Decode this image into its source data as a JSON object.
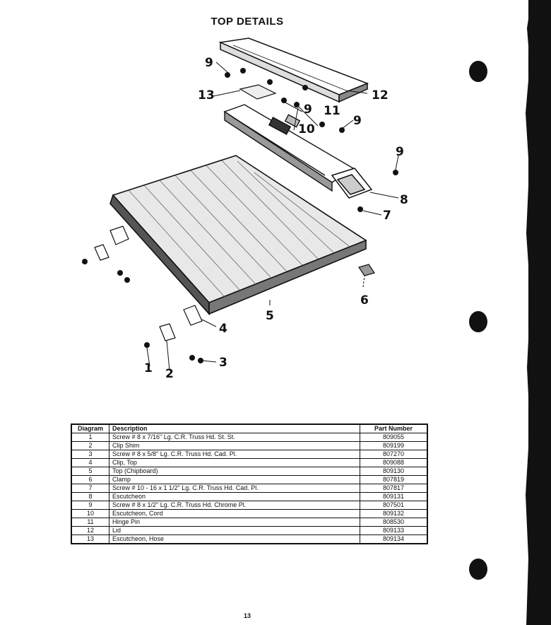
{
  "page": {
    "title": "TOP DETAILS",
    "page_number": "13"
  },
  "diagram": {
    "callouts": [
      "1",
      "2",
      "3",
      "4",
      "5",
      "6",
      "7",
      "8",
      "9",
      "10",
      "11",
      "12",
      "13"
    ]
  },
  "parts_table": {
    "headers": [
      "Diagram",
      "Description",
      "Part Number"
    ],
    "rows": [
      [
        "1",
        "Screw # 8 x 7/16\" Lg. C.R. Truss Hd. St. St.",
        "809055"
      ],
      [
        "2",
        "Clip Shim",
        "809199"
      ],
      [
        "3",
        "Screw # 8 x 5/8\" Lg. C.R. Truss Hd. Cad. Pl.",
        "807270"
      ],
      [
        "4",
        "Clip, Top",
        "809088"
      ],
      [
        "5",
        "Top (Chipboard)",
        "809130"
      ],
      [
        "6",
        "Clamp",
        "807819"
      ],
      [
        "7",
        "Screw # 10 - 16 x 1 1/2\" Lg. C.R. Truss Hd. Cad. Pl.",
        "807817"
      ],
      [
        "8",
        "Escutcheon",
        "809131"
      ],
      [
        "9",
        "Screw # 8 x 1/2\" Lg. C.R. Truss Hd. Chrome Pl.",
        "807501"
      ],
      [
        "10",
        "Escutcheon, Cord",
        "809132"
      ],
      [
        "11",
        "Hinge Pin",
        "808530"
      ],
      [
        "12",
        "Lid",
        "809133"
      ],
      [
        "13",
        "Escutcheon, Hose",
        "809134"
      ]
    ]
  }
}
